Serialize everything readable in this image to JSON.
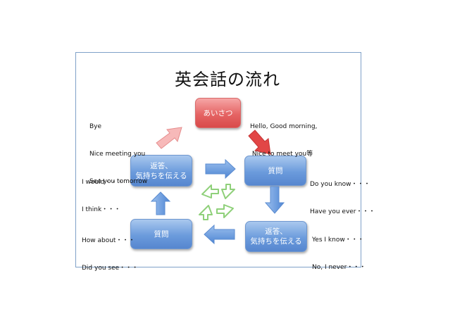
{
  "title": "英会話の流れ",
  "boxes": {
    "greeting": "あいさつ",
    "question_right": "質問",
    "reply_bottom_l1": "返答、",
    "reply_bottom_l2": "気持ちを伝える",
    "question_bottom_left": "質問",
    "reply_left_l1": "返答、",
    "reply_left_l2": "気持ちを伝える"
  },
  "phrases": {
    "closing": [
      "Bye",
      "Nice meeting you",
      "See you tomorrow"
    ],
    "greeting": [
      "Hello, Good morning,",
      " Nice to meet you等"
    ],
    "reply_left": [
      "I would・・・",
      "I think・・・"
    ],
    "question_right": [
      "Do you know・・・",
      "Have you ever・・・"
    ],
    "question_left": [
      "How about・・・",
      "Did you see・・・"
    ],
    "reply_bottom": [
      "Yes I know・・・",
      "No, I never・・・"
    ]
  },
  "colors": {
    "box_blue": "#5f90d6",
    "box_red": "#e05555",
    "arrow_blue": "#5b8fd8",
    "arrow_pink": "#f2a9a9",
    "arrow_red": "#e24646",
    "cycle_green": "#8fd07a"
  }
}
